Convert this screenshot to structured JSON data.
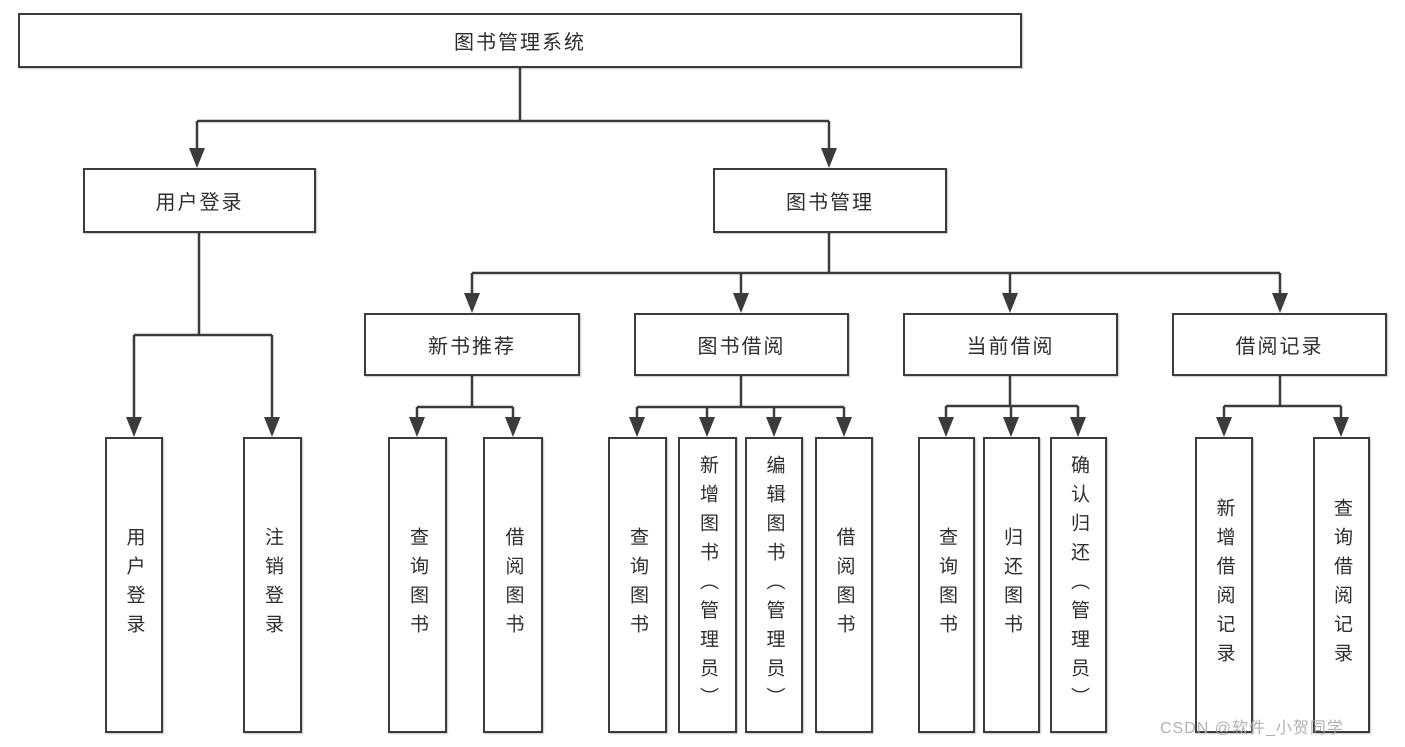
{
  "diagram_title": "图书管理系统",
  "colors": {
    "line": "#3b3b3b",
    "box_border": "#3b3b3b",
    "text": "#2e2e2e",
    "background": "#ffffff",
    "watermark": "#aaaaaa"
  },
  "nodes": {
    "root": {
      "label": "图书管理系统"
    },
    "level2": [
      {
        "label": "用户登录",
        "parent": "图书管理系统"
      },
      {
        "label": "图书管理",
        "parent": "图书管理系统"
      }
    ],
    "level3": [
      {
        "label": "新书推荐",
        "parent": "图书管理"
      },
      {
        "label": "图书借阅",
        "parent": "图书管理"
      },
      {
        "label": "当前借阅",
        "parent": "图书管理"
      },
      {
        "label": "借阅记录",
        "parent": "图书管理"
      }
    ],
    "leaves": [
      {
        "label": "用户登录",
        "parent": "用户登录"
      },
      {
        "label": "注销登录",
        "parent": "用户登录"
      },
      {
        "label": "查询图书",
        "parent": "新书推荐"
      },
      {
        "label": "借阅图书",
        "parent": "新书推荐"
      },
      {
        "label": "查询图书",
        "parent": "图书借阅"
      },
      {
        "label": "新增图书（管理员）",
        "parent": "图书借阅"
      },
      {
        "label": "编辑图书（管理员）",
        "parent": "图书借阅"
      },
      {
        "label": "借阅图书",
        "parent": "图书借阅"
      },
      {
        "label": "查询图书",
        "parent": "当前借阅"
      },
      {
        "label": "归还图书",
        "parent": "当前借阅"
      },
      {
        "label": "确认归还（管理员）",
        "parent": "当前借阅"
      },
      {
        "label": "新增借阅记录",
        "parent": "借阅记录"
      },
      {
        "label": "查询借阅记录",
        "parent": "借阅记录"
      }
    ]
  },
  "watermark": "CSDN @软件_小贺同学"
}
